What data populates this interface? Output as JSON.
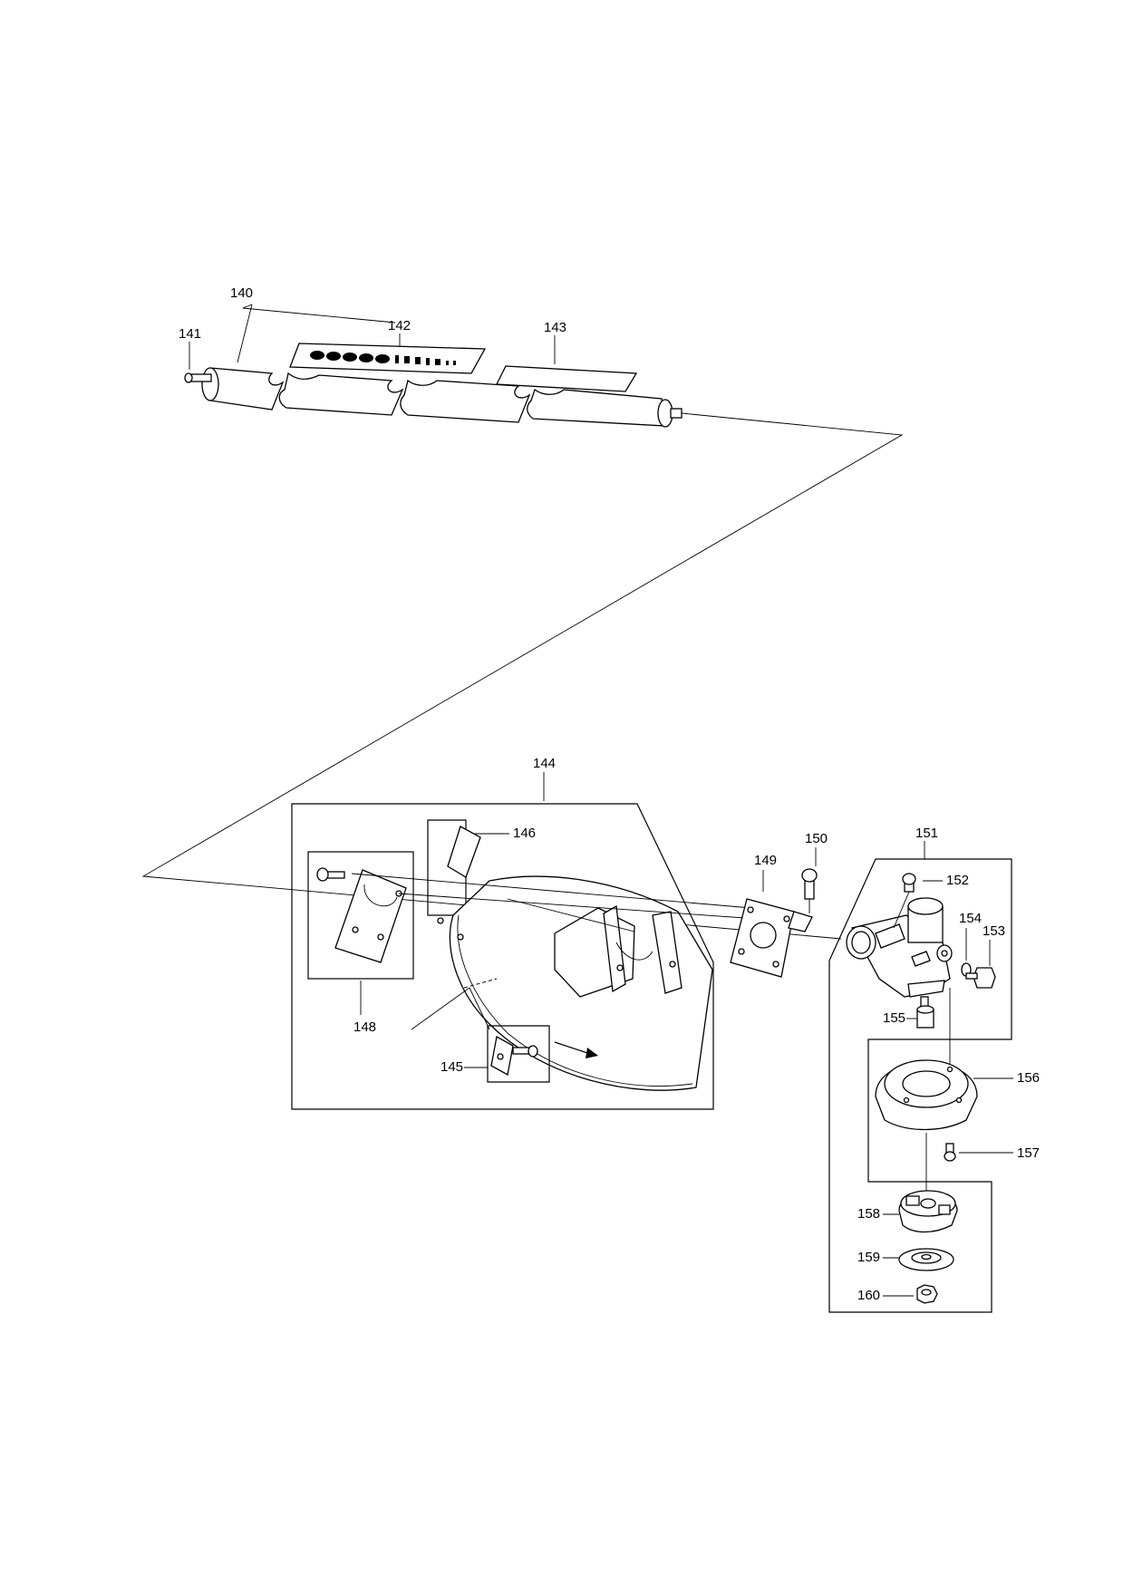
{
  "diagram": {
    "callouts": {
      "c140": "140",
      "c141": "141",
      "c142": "142",
      "c143": "143",
      "c144": "144",
      "c145": "145",
      "c146": "146",
      "c148": "148",
      "c149": "149",
      "c150": "150",
      "c151": "151",
      "c152": "152",
      "c153": "153",
      "c154": "154",
      "c155": "155",
      "c156": "156",
      "c157": "157",
      "c158": "158",
      "c159": "159",
      "c160": "160"
    },
    "colors": {
      "line": "#000000",
      "background": "#ffffff",
      "shade": "#dcdcdc"
    }
  }
}
